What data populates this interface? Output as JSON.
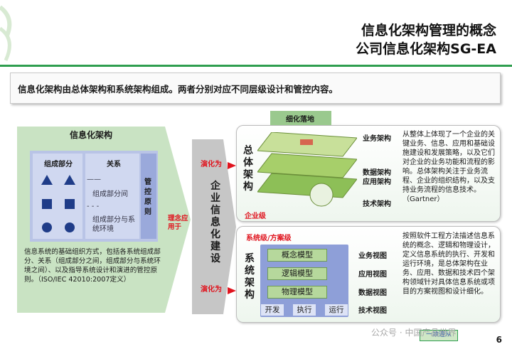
{
  "header": {
    "title_line1": "信息化架构管理的概念",
    "title_line2": "公司信息化架构SG-EA"
  },
  "summary": "信息化架构由总体架构和系统架构组成。两者分别对应不同层级设计和管控内容。",
  "left_panel": {
    "title": "信息化架构",
    "components_label": "组成部分",
    "relations_label": "关系",
    "relation_items": [
      "组成部分间",
      "组成部分与系统环境"
    ],
    "governance_label": "管控原则",
    "description": "信息系统的基础组织方式，包括各系统组成部分、关系（组成部分之间，组成部分与系统环境之间）、以及指导系统设计和演进的管控原则。（ISO/IEC 42010:2007定义）"
  },
  "arrow_left_label": "理念应用于",
  "center": {
    "label": "企业信息化建设",
    "top_red": "演化为",
    "bottom_red": "演化为"
  },
  "upper": {
    "tab": "细化落地",
    "vertical_label": "总体架构",
    "level_label": "企业级",
    "layers": [
      "业务架构",
      "数据架构",
      "应用架构",
      "技术架构"
    ],
    "description": "从整体上体现了一个企业的关键业务、信息、应用和基础设施建设和发展策略，以及它们对企业的业务功能和流程的影响。总体架构关注于业务流程、企业的组织结构，以及支持业务流程的信息技术。（Gartner）"
  },
  "lower": {
    "level_label": "系统级/方案级",
    "vertical_label": "系统架构",
    "models": [
      "概念模型",
      "逻辑模型",
      "物理模型"
    ],
    "stages": [
      "开发",
      "执行",
      "运行"
    ],
    "views": [
      "业务视图",
      "应用视图",
      "数据视图",
      "技术视图"
    ],
    "description": "按照软件工程方法描述信息系统的概念、逻辑和物理设计，定义信息系统的执行、开发和运行环境，是总体架构在业务、应用、数据和技术四个架构领域针对具体信息系统或项目的方案视图和设计细化。",
    "bottom_badge": "一致遵从"
  },
  "watermark": "公众号 · 中国产品世界",
  "page_number": "6",
  "colors": {
    "accent_green": "#2f9e4f",
    "panel_green": "#c9e3c3",
    "panel_blue": "#b9c4e6",
    "red": "#e0141e"
  }
}
